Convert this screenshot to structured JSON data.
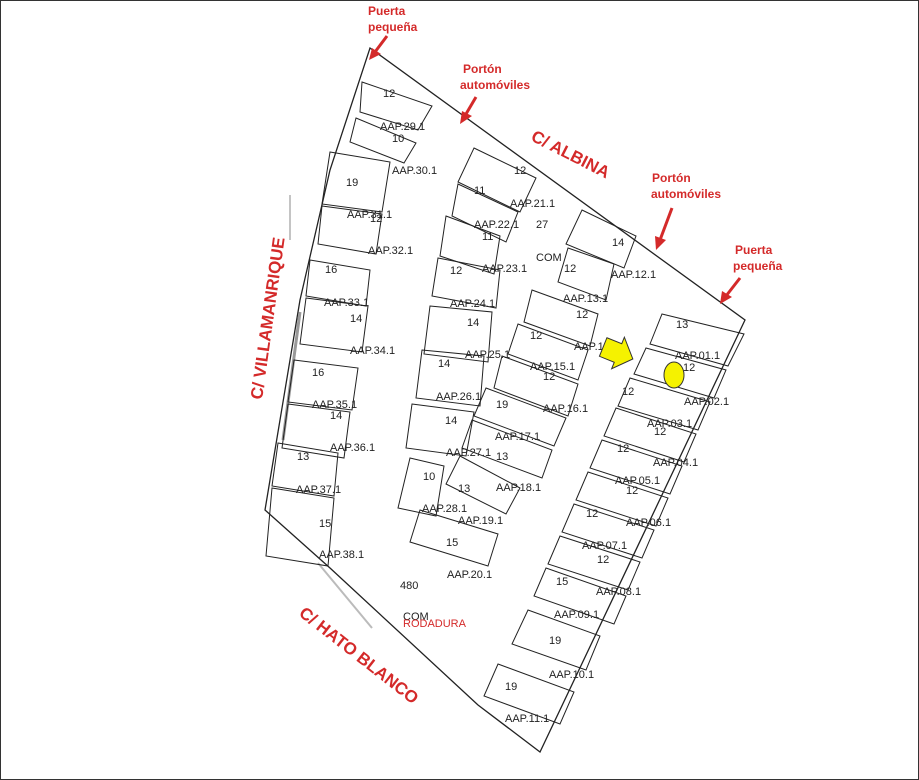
{
  "streets": {
    "albina": "C/ ALBINA",
    "villamanrique": "C/ VILLAMANRIQUE",
    "hato_blanco": "C/ HATO BLANCO"
  },
  "access": {
    "small_gate_top_1": "Puerta",
    "small_gate_top_2": "pequeña",
    "car_gate_top_1": "Portón",
    "car_gate_top_2": "automóviles",
    "car_gate_right_1": "Portón",
    "car_gate_right_2": "automóviles",
    "small_gate_right_1": "Puerta",
    "small_gate_right_2": "pequeña"
  },
  "common": {
    "area_value": "480",
    "com_label": "COM",
    "com_label_2": "COM",
    "rodadura": "RODADURA",
    "center_value": "27"
  },
  "colors": {
    "arrow": "#d42a2a",
    "highlight_arrow": "#f5f200",
    "highlight_dot": "#f5f200",
    "lines": "#222222"
  },
  "parking": [
    {
      "id": "AAP.29.1",
      "size": "12"
    },
    {
      "id": "AAP.30.1",
      "size": "10"
    },
    {
      "id": "AAP.31.1",
      "size": "19"
    },
    {
      "id": "AAP.32.1",
      "size": "12"
    },
    {
      "id": "AAP.33.1",
      "size": "16"
    },
    {
      "id": "AAP.34.1",
      "size": "14"
    },
    {
      "id": "AAP.35.1",
      "size": "16"
    },
    {
      "id": "AAP.36.1",
      "size": "14"
    },
    {
      "id": "AAP.37.1",
      "size": "13"
    },
    {
      "id": "AAP.38.1",
      "size": "15"
    },
    {
      "id": "AAP.21.1",
      "size": "12"
    },
    {
      "id": "AAP.22.1",
      "size": "11"
    },
    {
      "id": "AAP.23.1",
      "size": "11"
    },
    {
      "id": "AAP.24.1",
      "size": "12"
    },
    {
      "id": "AAP.25.1",
      "size": "14"
    },
    {
      "id": "AAP.26.1",
      "size": "14"
    },
    {
      "id": "AAP.27.1",
      "size": "14"
    },
    {
      "id": "AAP.28.1",
      "size": "10"
    },
    {
      "id": "AAP.12.1",
      "size": "14"
    },
    {
      "id": "AAP.13.1",
      "size": "12"
    },
    {
      "id": "AAP.14.1",
      "size": "12"
    },
    {
      "id": "AAP.15.1",
      "size": "12"
    },
    {
      "id": "AAP.16.1",
      "size": "12"
    },
    {
      "id": "AAP.17.1",
      "size": "19"
    },
    {
      "id": "AAP.18.1",
      "size": "13"
    },
    {
      "id": "AAP.19.1",
      "size": "13"
    },
    {
      "id": "AAP.20.1",
      "size": "15"
    },
    {
      "id": "AAP.01.1",
      "size": "13"
    },
    {
      "id": "AAP.02.1",
      "size": "12"
    },
    {
      "id": "AAP.03.1",
      "size": "12"
    },
    {
      "id": "AAP.04.1",
      "size": "12"
    },
    {
      "id": "AAP.05.1",
      "size": "12"
    },
    {
      "id": "AAP.06.1",
      "size": "12"
    },
    {
      "id": "AAP.07.1",
      "size": "12"
    },
    {
      "id": "AAP.08.1",
      "size": "12"
    },
    {
      "id": "AAP.09.1",
      "size": "15"
    },
    {
      "id": "AAP.10.1",
      "size": "19"
    },
    {
      "id": "AAP.11.1",
      "size": "19"
    }
  ]
}
